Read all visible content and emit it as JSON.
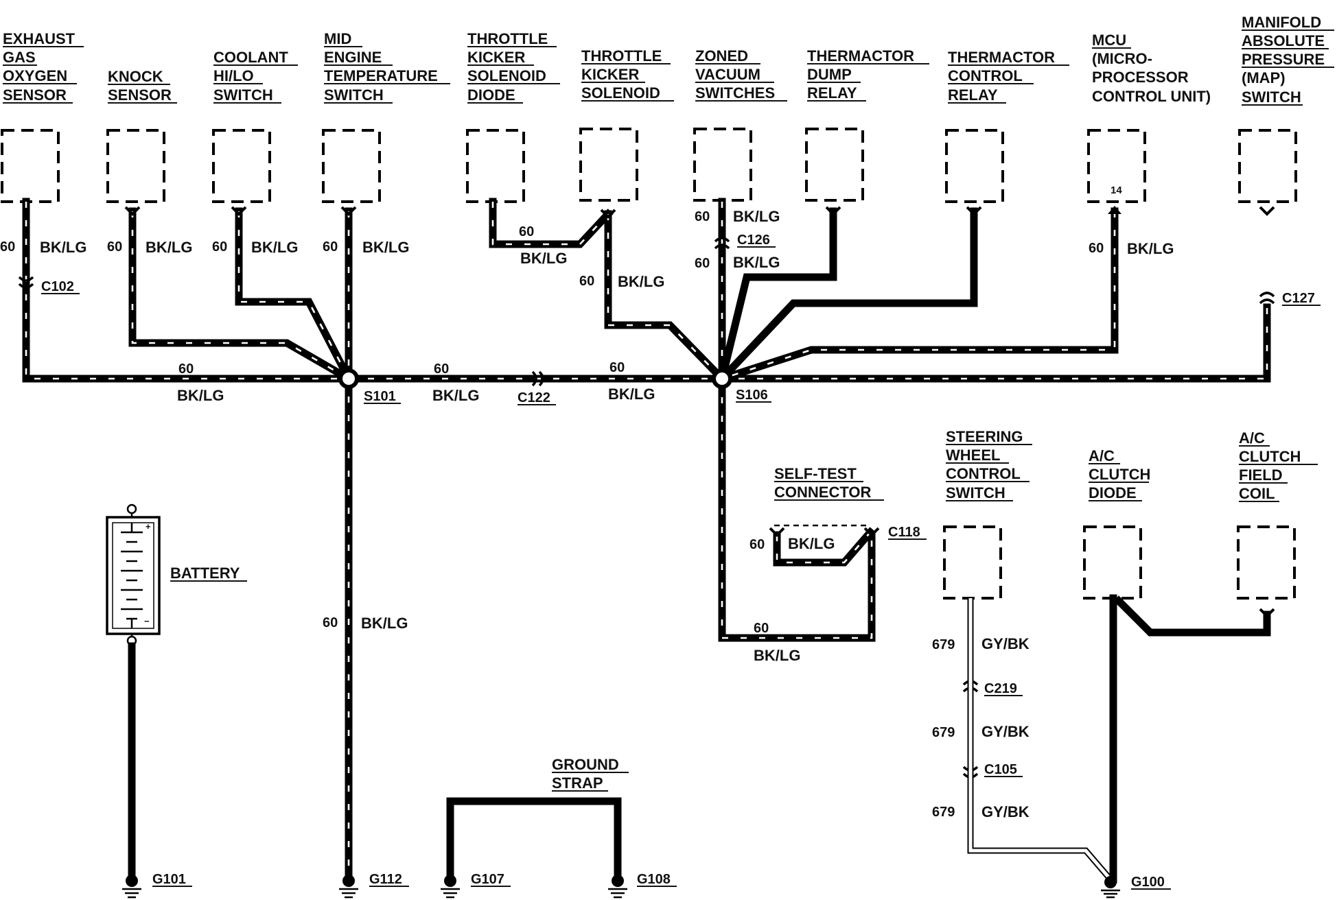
{
  "components": {
    "exhaust_gas_oxygen_sensor": [
      "EXHAUST",
      "GAS",
      "OXYGEN",
      "SENSOR"
    ],
    "knock_sensor": [
      "KNOCK",
      "SENSOR"
    ],
    "coolant_hi_lo_switch": [
      "COOLANT",
      "HI/LO",
      "SWITCH"
    ],
    "mid_engine_temperature_switch": [
      "MID",
      "ENGINE",
      "TEMPERATURE",
      "SWITCH"
    ],
    "throttle_kicker_solenoid_diode": [
      "THROTTLE",
      "KICKER",
      "SOLENOID",
      "DIODE"
    ],
    "throttle_kicker_solenoid": [
      "THROTTLE",
      "KICKER",
      "SOLENOID"
    ],
    "zoned_vacuum_switches": [
      "ZONED",
      "VACUUM",
      "SWITCHES"
    ],
    "thermactor_dump_relay": [
      "THERMACTOR",
      "DUMP",
      "RELAY"
    ],
    "thermactor_control_relay": [
      "THERMACTOR",
      "CONTROL",
      "RELAY"
    ],
    "mcu": [
      "MCU",
      "(MICRO-",
      "PROCESSOR",
      "CONTROL UNIT)"
    ],
    "map_switch": [
      "MANIFOLD",
      "ABSOLUTE",
      "PRESSURE",
      "(MAP)",
      "SWITCH"
    ],
    "self_test_connector": [
      "SELF-TEST",
      "CONNECTOR"
    ],
    "steering_wheel_control_switch": [
      "STEERING",
      "WHEEL",
      "CONTROL",
      "SWITCH"
    ],
    "ac_clutch_diode": [
      "A/C",
      "CLUTCH",
      "DIODE"
    ],
    "ac_clutch_field_coil": [
      "A/C",
      "CLUTCH",
      "FIELD",
      "COIL"
    ],
    "battery": [
      "BATTERY"
    ],
    "ground_strap": [
      "GROUND",
      "STRAP"
    ]
  },
  "mcu_pin": "14",
  "battery_terminals": {
    "positive": "+",
    "negative": "−"
  },
  "circuits": {
    "main": "60",
    "steering": "679"
  },
  "wire_colors": {
    "main": "BK/LG",
    "steering": "GY/BK"
  },
  "connectors": {
    "c102": "C102",
    "c126": "C126",
    "c122": "C122",
    "c127": "C127",
    "c118": "C118",
    "c219": "C219",
    "c105": "C105"
  },
  "splices": {
    "s101": "S101",
    "s106": "S106"
  },
  "grounds": {
    "g101": "G101",
    "g112": "G112",
    "g107": "G107",
    "g108": "G108",
    "g100": "G100"
  }
}
